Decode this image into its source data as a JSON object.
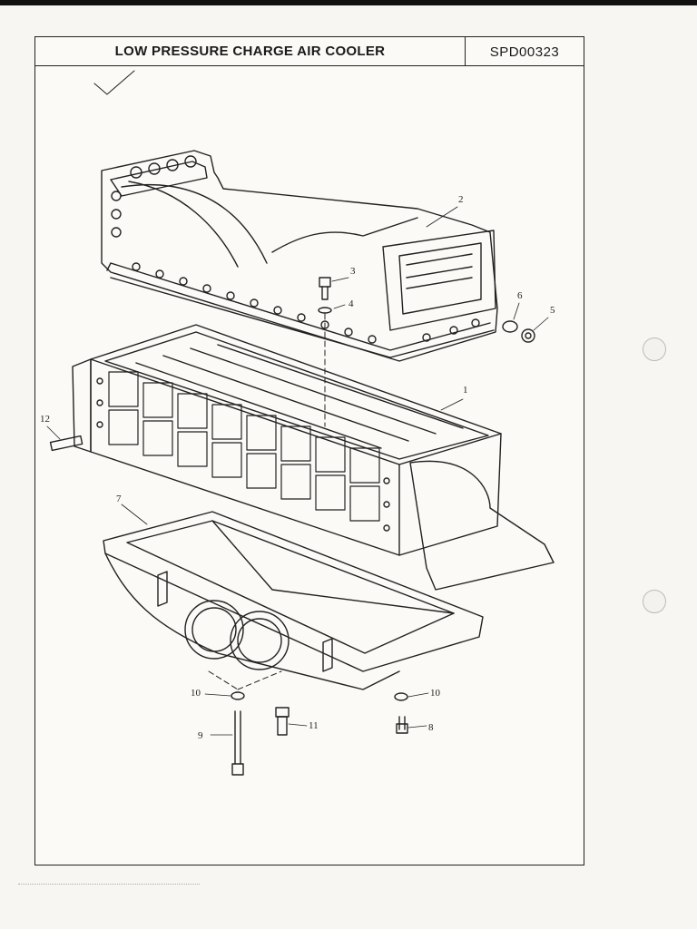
{
  "document": {
    "title": "LOW PRESSURE CHARGE AIR COOLER",
    "code": "SPD00323"
  },
  "callouts": [
    {
      "id": "1",
      "label": "1"
    },
    {
      "id": "2",
      "label": "2"
    },
    {
      "id": "3",
      "label": "3"
    },
    {
      "id": "4",
      "label": "4"
    },
    {
      "id": "5",
      "label": "5"
    },
    {
      "id": "6",
      "label": "6"
    },
    {
      "id": "7",
      "label": "7"
    },
    {
      "id": "8",
      "label": "8"
    },
    {
      "id": "9",
      "label": "9"
    },
    {
      "id": "10a",
      "label": "10"
    },
    {
      "id": "10b",
      "label": "10"
    },
    {
      "id": "11",
      "label": "11"
    },
    {
      "id": "12",
      "label": "12"
    }
  ]
}
